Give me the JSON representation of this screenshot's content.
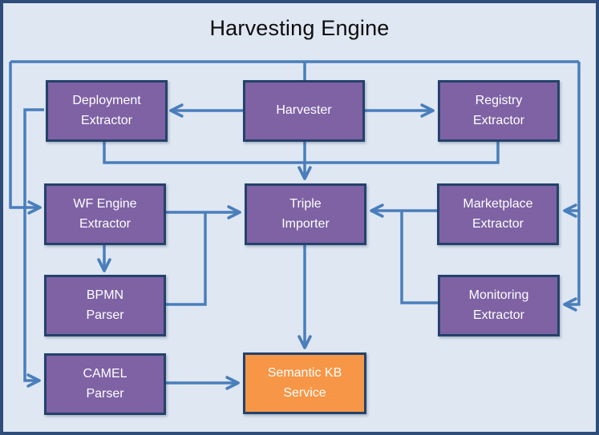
{
  "title": "Harvesting Engine",
  "colors": {
    "background": "#DEE7F2",
    "frame_border": "#2E4D7B",
    "node_fill": "#7E62A4",
    "node_border": "#24426B",
    "semantic_kb_fill": "#F79646",
    "connector": "#4A7EBB",
    "node_text": "#FFFFFF",
    "title_text": "#0D0D0D"
  },
  "nodes": {
    "harvester": {
      "label": [
        "Harvester"
      ]
    },
    "deployment": {
      "label": [
        "Deployment",
        "Extractor"
      ]
    },
    "registry": {
      "label": [
        "Registry",
        "Extractor"
      ]
    },
    "wf_engine": {
      "label": [
        "WF Engine",
        "Extractor"
      ]
    },
    "triple_importer": {
      "label": [
        "Triple",
        "Importer"
      ]
    },
    "marketplace": {
      "label": [
        "Marketplace",
        "Extractor"
      ]
    },
    "bpmn": {
      "label": [
        "BPMN",
        "Parser"
      ]
    },
    "monitoring": {
      "label": [
        "Monitoring",
        "Extractor"
      ]
    },
    "camel": {
      "label": [
        "CAMEL",
        "Parser"
      ]
    },
    "semantic_kb": {
      "label": [
        "Semantic KB",
        "Service"
      ]
    }
  },
  "edges": [
    {
      "from": "Harvester",
      "to": "Deployment Extractor"
    },
    {
      "from": "Harvester",
      "to": "Registry Extractor"
    },
    {
      "from": "Harvester",
      "to": "Triple Importer"
    },
    {
      "from": "Deployment Extractor",
      "to": "Triple Importer"
    },
    {
      "from": "Registry Extractor",
      "to": "Triple Importer"
    },
    {
      "from": "Harvester",
      "to": "WF Engine Extractor"
    },
    {
      "from": "Harvester",
      "to": "Marketplace Extractor"
    },
    {
      "from": "Harvester",
      "to": "Monitoring Extractor"
    },
    {
      "from": "Deployment Extractor",
      "to": "CAMEL Parser"
    },
    {
      "from": "WF Engine Extractor",
      "to": "BPMN Parser"
    },
    {
      "from": "WF Engine Extractor",
      "to": "Triple Importer"
    },
    {
      "from": "BPMN Parser",
      "to": "Triple Importer"
    },
    {
      "from": "Marketplace Extractor",
      "to": "Triple Importer"
    },
    {
      "from": "Monitoring Extractor",
      "to": "Triple Importer"
    },
    {
      "from": "Triple Importer",
      "to": "Semantic KB Service"
    },
    {
      "from": "CAMEL Parser",
      "to": "Semantic KB Service"
    }
  ]
}
